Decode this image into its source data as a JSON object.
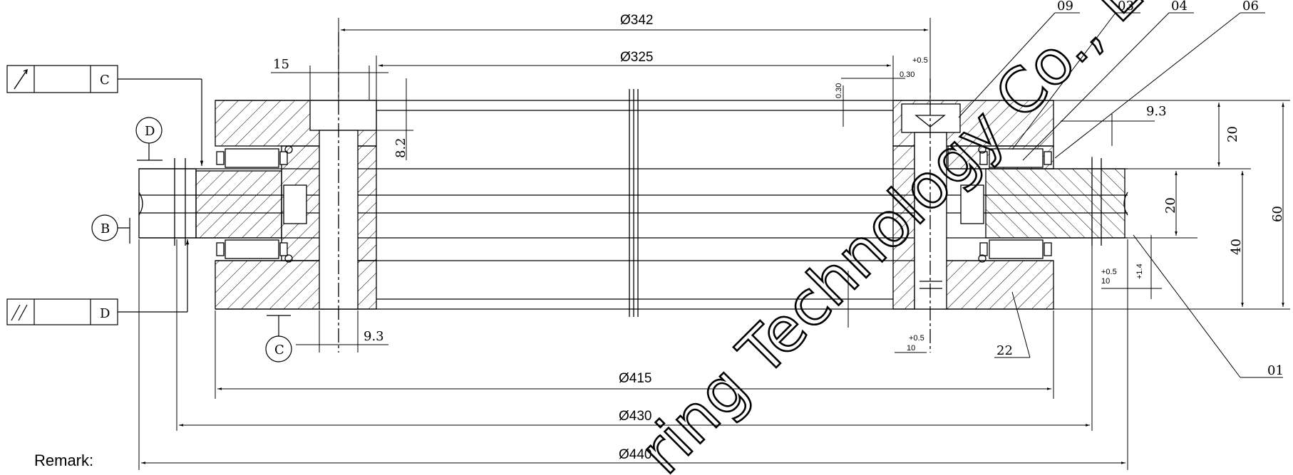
{
  "dimensions": {
    "d342": "Ø342",
    "d325": "Ø325",
    "d415": "Ø415",
    "d430": "Ø430",
    "d440": "Ø440",
    "w15": "15",
    "h8_2": "8.2",
    "w9_3_top": "9.3",
    "w9_3_bottom": "9.3",
    "h20_top": "20",
    "h20_mid": "20",
    "h40": "40",
    "h60": "60",
    "tol_030": "0.30",
    "tol_030_b": "0.30",
    "tol_plus05": "+0.5",
    "tol_10": "10",
    "tol_plus14": "+1.4"
  },
  "part_numbers": {
    "p09": "09",
    "p03": "03",
    "p04": "04",
    "p06": "06",
    "p22": "22",
    "p01": "01"
  },
  "datums": {
    "B": "B",
    "C": "C",
    "D": "D"
  },
  "tolerance_frames": {
    "runout_ref": "C",
    "parallel_ref": "D"
  },
  "remark_label": "Remark:",
  "watermark": "ring Technology Co., L"
}
